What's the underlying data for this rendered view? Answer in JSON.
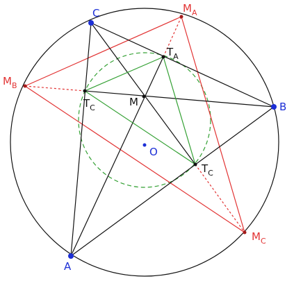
{
  "colors": {
    "black": "#111111",
    "red": "#e23333",
    "green": "#33a033",
    "blue": "#1c2fd6",
    "darkred": "#a51a1a"
  },
  "labels": {
    "A": "A",
    "B": "B",
    "C": "C",
    "O": "O",
    "M": "M",
    "MA": {
      "main": "M",
      "sub": "A"
    },
    "MB": {
      "main": "M",
      "sub": "B"
    },
    "MC": {
      "main": "M",
      "sub": "C"
    },
    "TA": {
      "main": "T",
      "sub": "A"
    },
    "TC1": {
      "main": "T",
      "sub": "C"
    },
    "TC2": {
      "main": "T",
      "sub": "C"
    }
  }
}
